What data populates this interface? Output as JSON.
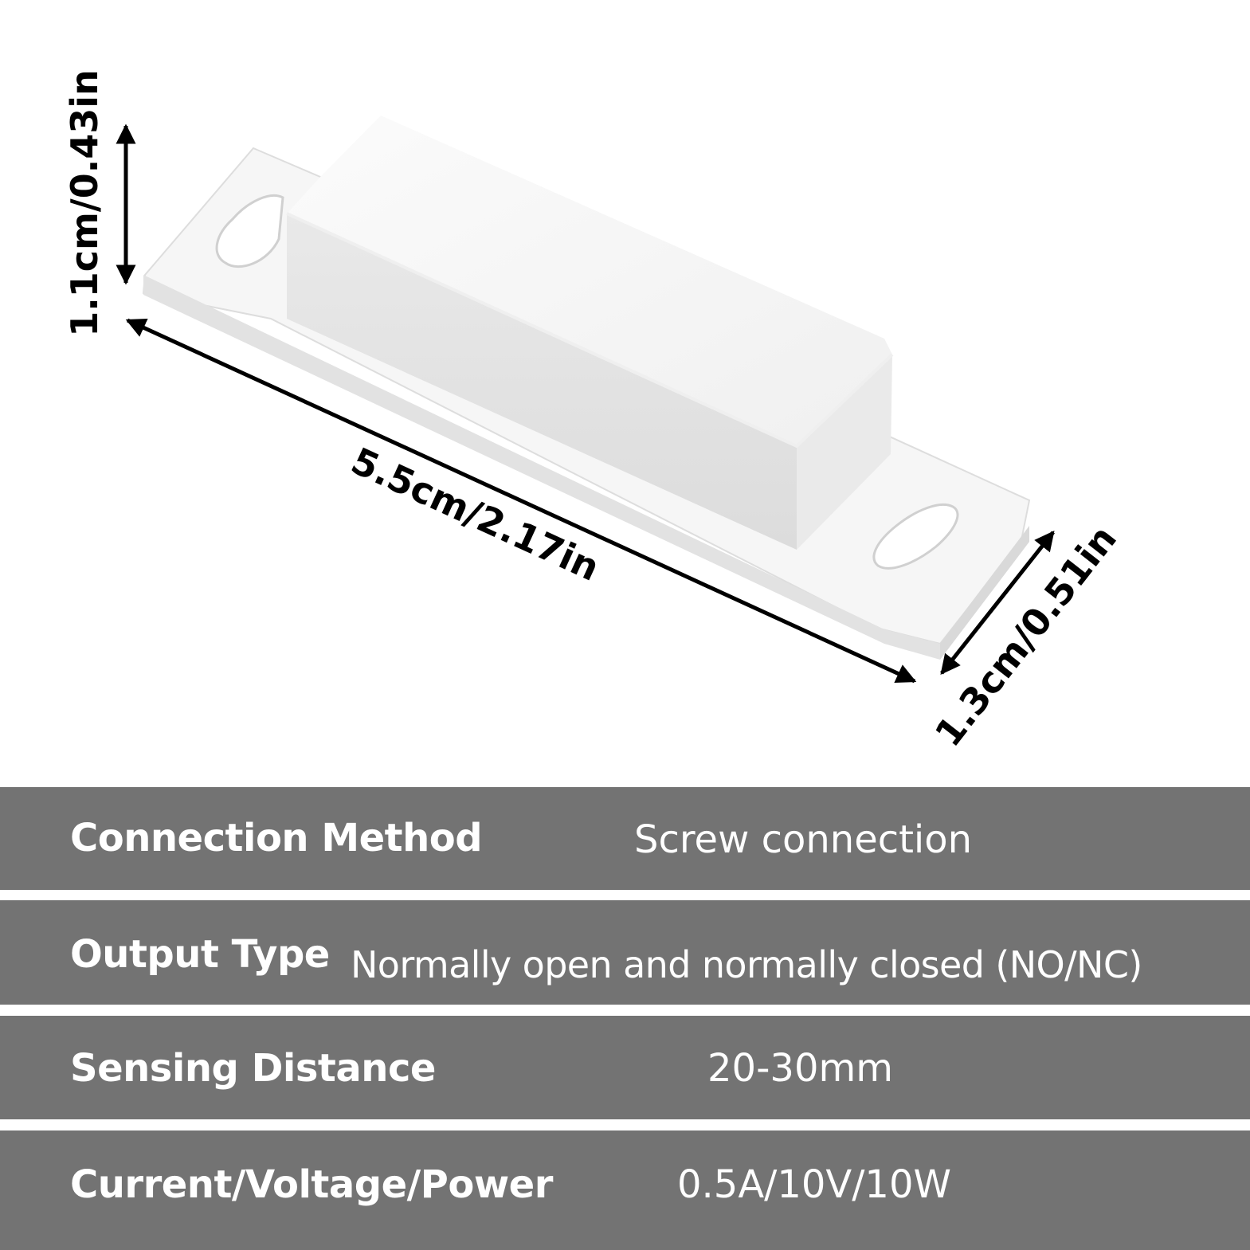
{
  "dimensions": {
    "height": "1.1cm/0.43in",
    "length": "5.5cm/2.17in",
    "width": "1.3cm/0.51in"
  },
  "specs": [
    {
      "name": "Connection Method",
      "value": "Screw connection"
    },
    {
      "name": "Output Type",
      "value": "Normally open and normally closed (NO/NC)"
    },
    {
      "name": "Sensing Distance",
      "value": "20-30mm"
    },
    {
      "name": "Current/Voltage/Power",
      "value": "0.5A/10V/10W"
    }
  ],
  "colors": {
    "row_background": "#737373",
    "text": "#ffffff",
    "product": "#f7f7f7",
    "arrow": "#000000"
  }
}
